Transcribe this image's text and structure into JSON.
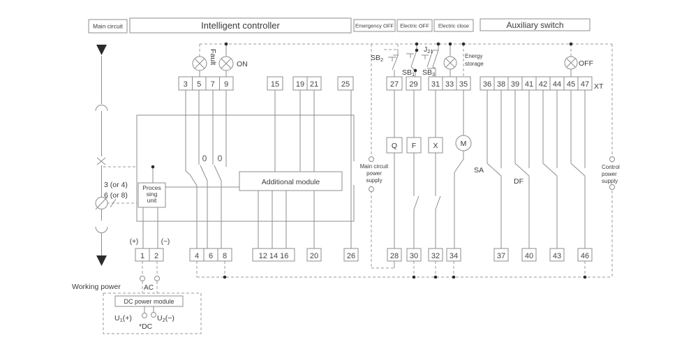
{
  "colors": {
    "stroke": "#8c8c8c",
    "dashed": "#9a9a9a",
    "text": "#3a3a3a",
    "dark": "#2b2b2b",
    "background": "#ffffff"
  },
  "headers": {
    "main_circuit": "Main circuit",
    "intelligent_controller": "Intelligent controller",
    "emergency_off": "Emergency OFF",
    "electric_off": "Electric OFF",
    "electric_close": "Electric close",
    "auxiliary_switch": "Auxiliary switch"
  },
  "lamps": {
    "fault": "Fault",
    "on": "ON",
    "off": "OFF",
    "energy_storage": [
      "Energy",
      "storage"
    ]
  },
  "buttons": {
    "sb2": {
      "base": "SB",
      "sub": "2"
    },
    "sb1": {
      "base": "SB",
      "sub": "1"
    },
    "sb3": {
      "base": "SB",
      "sub": "3"
    },
    "j21": {
      "base": "J",
      "sub": "21"
    }
  },
  "coils": {
    "q": "Q",
    "f": "F",
    "x": "X",
    "m": "M"
  },
  "switch_labels": {
    "sa": "SA",
    "df": "DF"
  },
  "power": {
    "main_supply": [
      "Main circuit",
      "power",
      "supply"
    ],
    "control_supply": [
      "Control",
      "power",
      "supply"
    ],
    "working_power": "Working power",
    "ac": "AC",
    "dc_module": "DC power module",
    "u1": {
      "base": "U",
      "sub": "1",
      "rest": "(+)"
    },
    "u2": {
      "base": "U",
      "sub": "2",
      "rest": "(−)"
    },
    "dc": "*DC"
  },
  "annotations": {
    "poles_a": "3 (or 4)",
    "poles_b": "6 (or 8)",
    "plus": "(+)",
    "minus": "(−)",
    "zero1": "0",
    "zero2": "0",
    "processing_unit": [
      "Proces",
      "sing",
      "unit"
    ],
    "additional_module": "Additional module",
    "xt": "XT"
  },
  "terminals": {
    "top_left": [
      "3",
      "5",
      "7",
      "9"
    ],
    "t15": "15",
    "t19_21": [
      "19",
      "21"
    ],
    "t25": "25",
    "t27": "27",
    "t29": "29",
    "t31_33_35": [
      "31",
      "33",
      "35"
    ],
    "aux": [
      "36",
      "38",
      "39",
      "41",
      "42",
      "44",
      "45",
      "47"
    ],
    "t1_2": [
      "1",
      "2"
    ],
    "t4_6_8": [
      "4",
      "6",
      "8"
    ],
    "t12_14_16": "12 14 16",
    "t20": "20",
    "t26": "26",
    "t28": "28",
    "t30": "30",
    "t32": "32",
    "t34": "34",
    "t37": "37",
    "t40": "40",
    "t43": "43",
    "t46": "46"
  }
}
